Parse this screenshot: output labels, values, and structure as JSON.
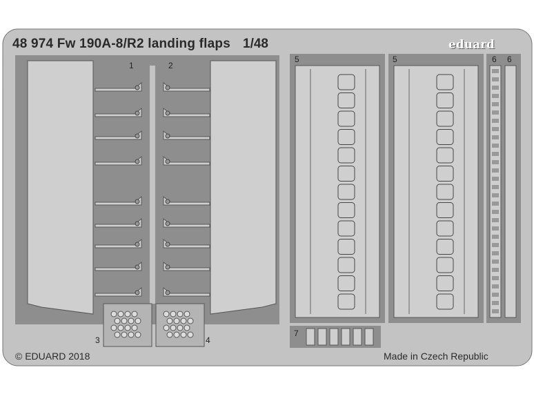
{
  "header": {
    "title": "48 974  Fw 190A-8/R2 landing flaps",
    "scale": "1/48",
    "brand": "eduard"
  },
  "footer": {
    "copyright": "© EDUARD 2018",
    "origin": "Made in Czech Republic"
  },
  "part_numbers": [
    "1",
    "2",
    "3",
    "4",
    "5",
    "5",
    "6",
    "6",
    "7"
  ],
  "colors": {
    "fret": "#c3c3c3",
    "cutout": "#8e8e8e",
    "part": "#cfcfcf",
    "line": "#5a5a5a"
  }
}
